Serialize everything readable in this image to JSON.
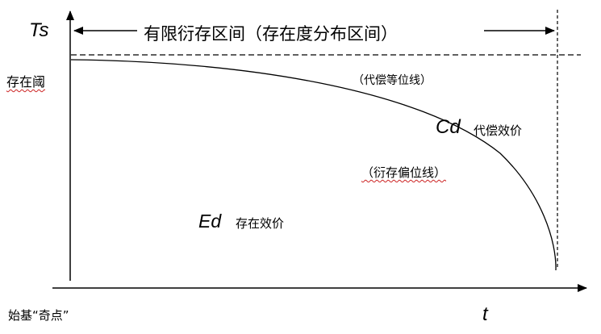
{
  "diagram": {
    "y_axis_label": "Ts",
    "x_axis_label": "t",
    "threshold_label": "存在阈",
    "origin_label": "始基“奇点”",
    "interval_label": "有限衍存区间（存在度分布区间）",
    "upper_region_note": "（代偿等位线）",
    "curve_symbol": "Cd",
    "curve_label": "代偿效价",
    "curve_note": "（衍存偏位线）",
    "lower_region_symbol": "Ed",
    "lower_region_label": "存在效价"
  }
}
